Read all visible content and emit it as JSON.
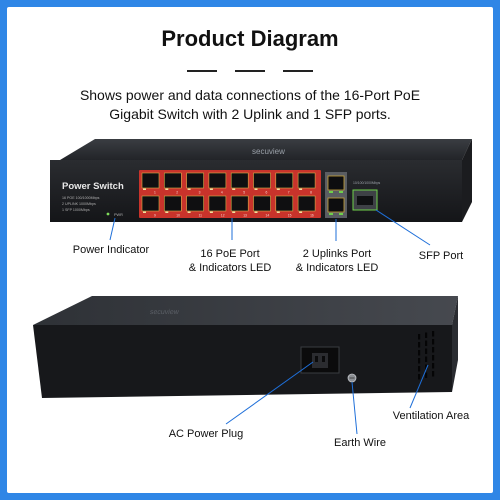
{
  "header": {
    "title": "Product Diagram",
    "subtitle_line1": "Shows power and data connections of the 16-Port PoE",
    "subtitle_line2": "Gigabit Switch with 2 Uplink and 1 SFP ports."
  },
  "front_panel": {
    "brand": "secuview",
    "model_label": "Power Switch",
    "spec_line1": "16 POE 100/1000Mbps",
    "spec_line2": "2 UPLINK 1000Mbps",
    "spec_line3": "1 SFP 1000Mbps",
    "pwr_label": "PWR",
    "uplink_speed": "10/100/1000Mbps",
    "port_numbers": [
      "1",
      "2",
      "3",
      "4",
      "5",
      "6",
      "7",
      "8",
      "9",
      "10",
      "11",
      "12",
      "13",
      "14",
      "15",
      "16"
    ]
  },
  "callouts": {
    "power_indicator": "Power Indicator",
    "poe_port_line1": "16 PoE Port",
    "poe_port_line2": "& Indicators LED",
    "uplinks_line1": "2 Uplinks Port",
    "uplinks_line2": "& Indicators LED",
    "sfp_port": "SFP Port",
    "ac_power_plug": "AC Power Plug",
    "earth_wire": "Earth Wire",
    "ventilation_area": "Ventilation Area"
  },
  "colors": {
    "border_blue": "#2f86e6",
    "callout_blue": "#1e6fd9",
    "port_red": "#c8332b",
    "led_green": "#6fd14a"
  }
}
